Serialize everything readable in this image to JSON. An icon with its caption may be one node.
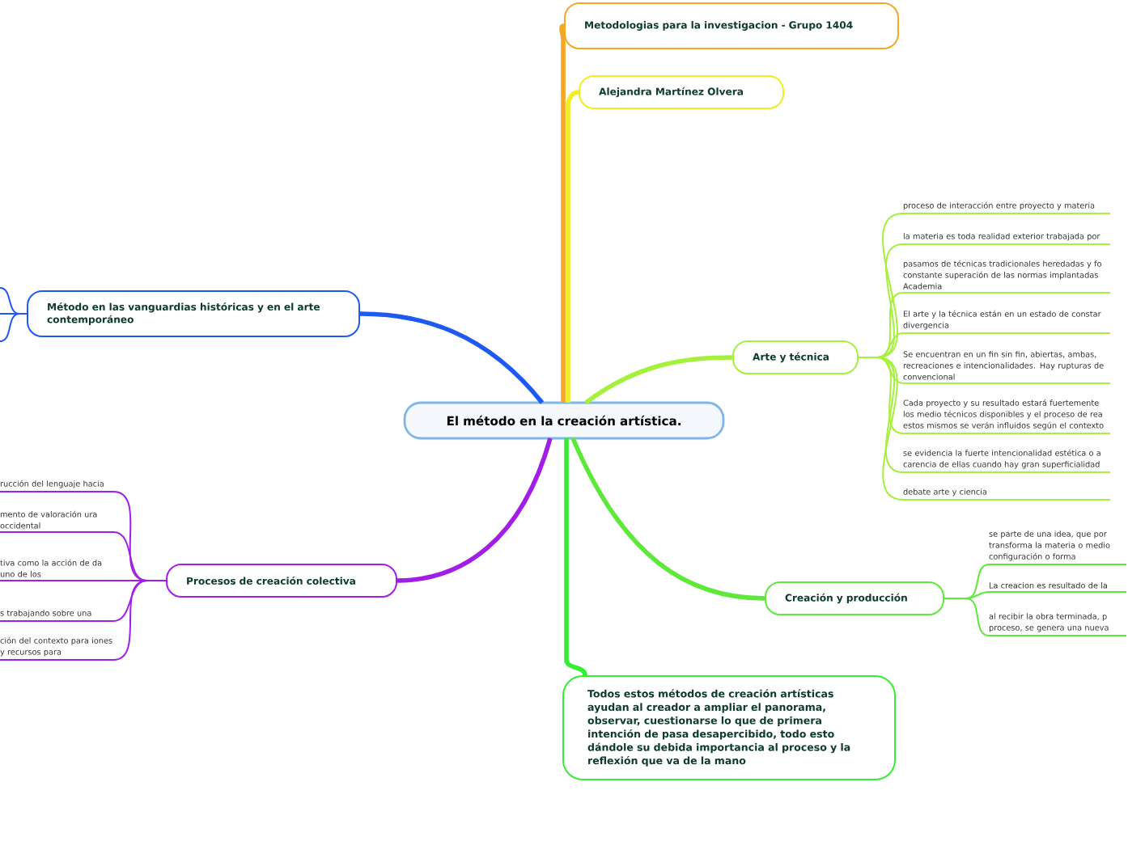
{
  "diagram": {
    "nodes": [
      {
        "text": [
          "El método en la creación artística."
        ]
      },
      {
        "text": [
          "Metodologias para la investigacion - Grupo 1404"
        ]
      },
      {
        "text": [
          "Alejandra Martínez Olvera"
        ]
      },
      {
        "text": [
          "Método en las vanguardias históricas y en el arte contemporáneo"
        ]
      },
      {
        "text": [
          "Arte y técnica"
        ]
      },
      {
        "text": [
          "proceso de interacción entre proyecto y materia"
        ]
      },
      {
        "text": [
          "la materia es toda realidad exterior trabajada por"
        ]
      },
      {
        "text": [
          "pasamos de técnicas tradicionales heredadas y fo constante superación de las normas implantadas Academia"
        ]
      },
      {
        "text": [
          "El arte y la técnica están en un estado de constar divergencia"
        ]
      },
      {
        "text": [
          "Se encuentran en un fin sin fin, abiertas, ambas, recreaciones e intencionalidades. Hay rupturas de convencional"
        ]
      },
      {
        "text": [
          "Cada proyecto y su resultado estará fuertemente los medio técnicos disponibles y el proceso de rea estos mismos se verán influidos según el contexto"
        ]
      },
      {
        "text": [
          "se evidencia la fuerte intencionalidad estética o a carencia de ellas cuando hay gran superficialidad"
        ]
      },
      {
        "text": [
          "debate arte y ciencia"
        ]
      },
      {
        "text": [
          "Procesos de creación colectiva"
        ]
      },
      {
        "text": [
          "rucción del lenguaje hacia"
        ]
      },
      {
        "text": [
          "mento de valoración ura occidental"
        ]
      },
      {
        "text": [
          "tiva como la acción de da uno de los"
        ]
      },
      {
        "text": [
          "s trabajando sobre una"
        ]
      },
      {
        "text": [
          "ción del contexto para iones y recursos para"
        ]
      },
      {
        "text": [
          "Creación y producción"
        ]
      },
      {
        "text": [
          "se parte de una idea, que por transforma la materia o medio configuración o forma"
        ]
      },
      {
        "text": [
          "La creacion es resultado de la"
        ]
      },
      {
        "text": [
          "al recibir la obra terminada, p proceso, se genera una nueva"
        ]
      },
      {
        "text": [
          "Todos estos métodos de creación artísticas ayudan al creador a ampliar el panorama, observar, cuestionarse lo que de primera intención de pasa desapercibido, todo esto dándole su debida importancia al proceso y la reflexión que va de la mano"
        ]
      }
    ],
    "edges": [
      {
        "from": 0,
        "to": 1,
        "arrow": "none",
        "style": "thick",
        "color": "#f5a623"
      },
      {
        "from": 0,
        "to": 2,
        "arrow": "none",
        "style": "thick",
        "color": "#eeee22"
      },
      {
        "from": 0,
        "to": 3,
        "arrow": "none",
        "style": "thick",
        "color": "#1f5af0"
      },
      {
        "from": 0,
        "to": 4,
        "arrow": "none",
        "style": "thick",
        "color": "#a5f03a"
      },
      {
        "from": 0,
        "to": 13,
        "arrow": "none",
        "style": "thick",
        "color": "#a01ee6"
      },
      {
        "from": 0,
        "to": 19,
        "arrow": "none",
        "style": "thick",
        "color": "#5ee83a"
      },
      {
        "from": 0,
        "to": 23,
        "arrow": "none",
        "style": "thick",
        "color": "#33ee33"
      },
      {
        "from": 3,
        "to": null,
        "arrow": "none",
        "color": "#1f5af0"
      },
      {
        "from": 3,
        "to": null,
        "arrow": "none",
        "color": "#1f5af0"
      },
      {
        "from": 3,
        "to": null,
        "arrow": "none",
        "color": "#1f5af0"
      },
      {
        "from": 4,
        "to": 5,
        "arrow": "none",
        "color": "#a5f03a"
      },
      {
        "from": 4,
        "to": 6,
        "arrow": "none",
        "color": "#a5f03a"
      },
      {
        "from": 4,
        "to": 7,
        "arrow": "none",
        "color": "#a5f03a"
      },
      {
        "from": 4,
        "to": 8,
        "arrow": "none",
        "color": "#a5f03a"
      },
      {
        "from": 4,
        "to": 9,
        "arrow": "none",
        "color": "#a5f03a"
      },
      {
        "from": 4,
        "to": 10,
        "arrow": "none",
        "color": "#a5f03a"
      },
      {
        "from": 4,
        "to": 11,
        "arrow": "none",
        "color": "#a5f03a"
      },
      {
        "from": 4,
        "to": 12,
        "arrow": "none",
        "color": "#a5f03a"
      },
      {
        "from": 13,
        "to": 14,
        "arrow": "none",
        "color": "#a01ee6"
      },
      {
        "from": 13,
        "to": 15,
        "arrow": "none",
        "color": "#a01ee6"
      },
      {
        "from": 13,
        "to": 16,
        "arrow": "none",
        "color": "#a01ee6"
      },
      {
        "from": 13,
        "to": 17,
        "arrow": "none",
        "color": "#a01ee6"
      },
      {
        "from": 13,
        "to": 18,
        "arrow": "none",
        "color": "#a01ee6"
      },
      {
        "from": 19,
        "to": 20,
        "arrow": "none",
        "color": "#5ee83a"
      },
      {
        "from": 19,
        "to": 21,
        "arrow": "none",
        "color": "#5ee83a"
      },
      {
        "from": 19,
        "to": 22,
        "arrow": "none",
        "color": "#5ee83a"
      }
    ]
  }
}
